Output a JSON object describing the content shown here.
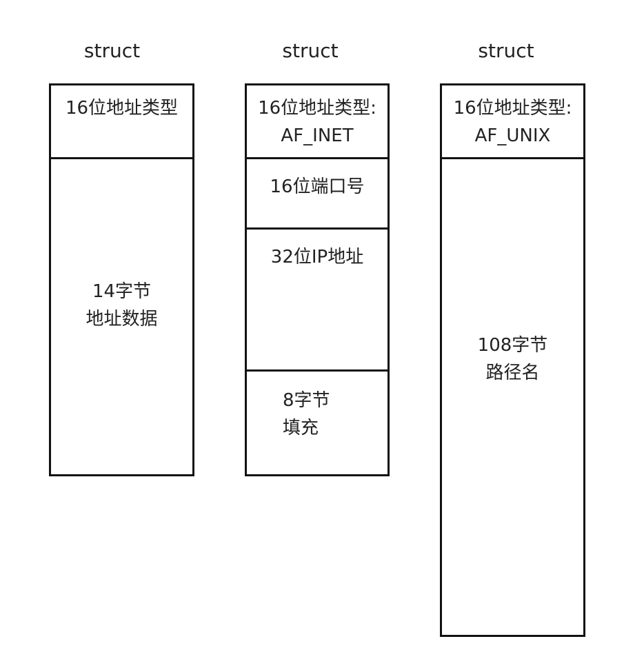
{
  "diagram": {
    "structs": [
      {
        "title_line1": "struct",
        "title_line2": "sockaddr",
        "fields": [
          {
            "label": "16位地址类型"
          },
          {
            "label": "14字节\n地址数据"
          }
        ]
      },
      {
        "title_line1": "struct",
        "title_line2": "sockaddr_in",
        "fields": [
          {
            "label": "16位地址类型:\nAF_INET"
          },
          {
            "label": "16位端口号"
          },
          {
            "label": "32位IP地址"
          },
          {
            "label": "8字节\n填充"
          }
        ]
      },
      {
        "title_line1": "struct",
        "title_line2": "sockaddr_un",
        "fields": [
          {
            "label": "16位地址类型:\nAF_UNIX"
          },
          {
            "label": "108字节\n路径名"
          }
        ]
      }
    ]
  }
}
